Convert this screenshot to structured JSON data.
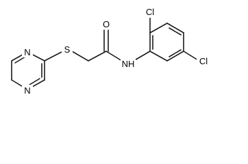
{
  "molecule": {
    "atoms": {
      "oxygen": "O",
      "sulfur": "S",
      "nitrogen_amide": "NH",
      "nitrogen_ring_top": "N",
      "nitrogen_ring_bottom": "N",
      "chlorine_top": "Cl",
      "chlorine_right": "Cl"
    }
  },
  "colors": {
    "bond": "#1a1a1a",
    "label": "#000000",
    "background": "#ffffff"
  }
}
